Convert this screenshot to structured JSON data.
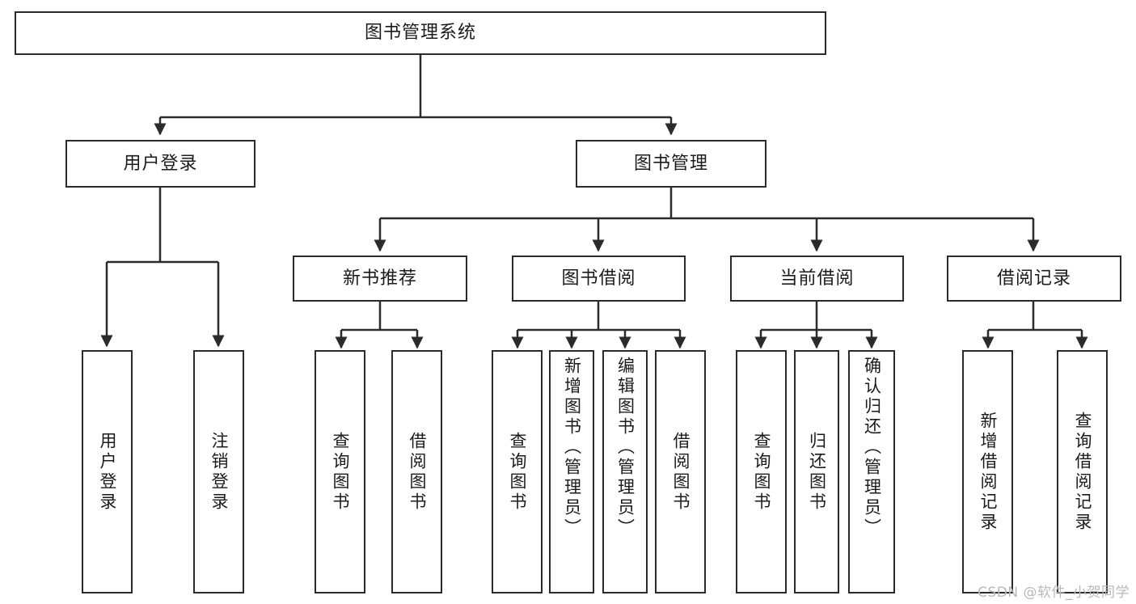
{
  "diagram": {
    "title": "图书管理系统",
    "type": "function-structure-tree",
    "stroke_color": "#2b2b2b",
    "fill_color": "#ffffff",
    "text_color": "#1b1b1b"
  },
  "root": {
    "label": "图书管理系统"
  },
  "level2": [
    {
      "label": "用户登录"
    },
    {
      "label": "图书管理"
    }
  ],
  "level3": [
    {
      "label": "新书推荐"
    },
    {
      "label": "图书借阅"
    },
    {
      "label": "当前借阅"
    },
    {
      "label": "借阅记录"
    }
  ],
  "leaves": [
    {
      "label": "用户登录",
      "parent": "用户登录"
    },
    {
      "label": "注销登录",
      "parent": "用户登录"
    },
    {
      "label": "查询图书",
      "parent": "新书推荐"
    },
    {
      "label": "借阅图书",
      "parent": "新书推荐"
    },
    {
      "label": "查询图书",
      "parent": "图书借阅"
    },
    {
      "label": "新增图书（管理员）",
      "parent": "图书借阅"
    },
    {
      "label": "编辑图书（管理员）",
      "parent": "图书借阅"
    },
    {
      "label": "借阅图书",
      "parent": "图书借阅"
    },
    {
      "label": "查询图书",
      "parent": "当前借阅"
    },
    {
      "label": "归还图书",
      "parent": "当前借阅"
    },
    {
      "label": "确认归还（管理员）",
      "parent": "当前借阅"
    },
    {
      "label": "新增借阅记录",
      "parent": "借阅记录"
    },
    {
      "label": "查询借阅记录",
      "parent": "借阅记录"
    }
  ],
  "watermark": {
    "text": "CSDN @软件_小贺同学"
  }
}
